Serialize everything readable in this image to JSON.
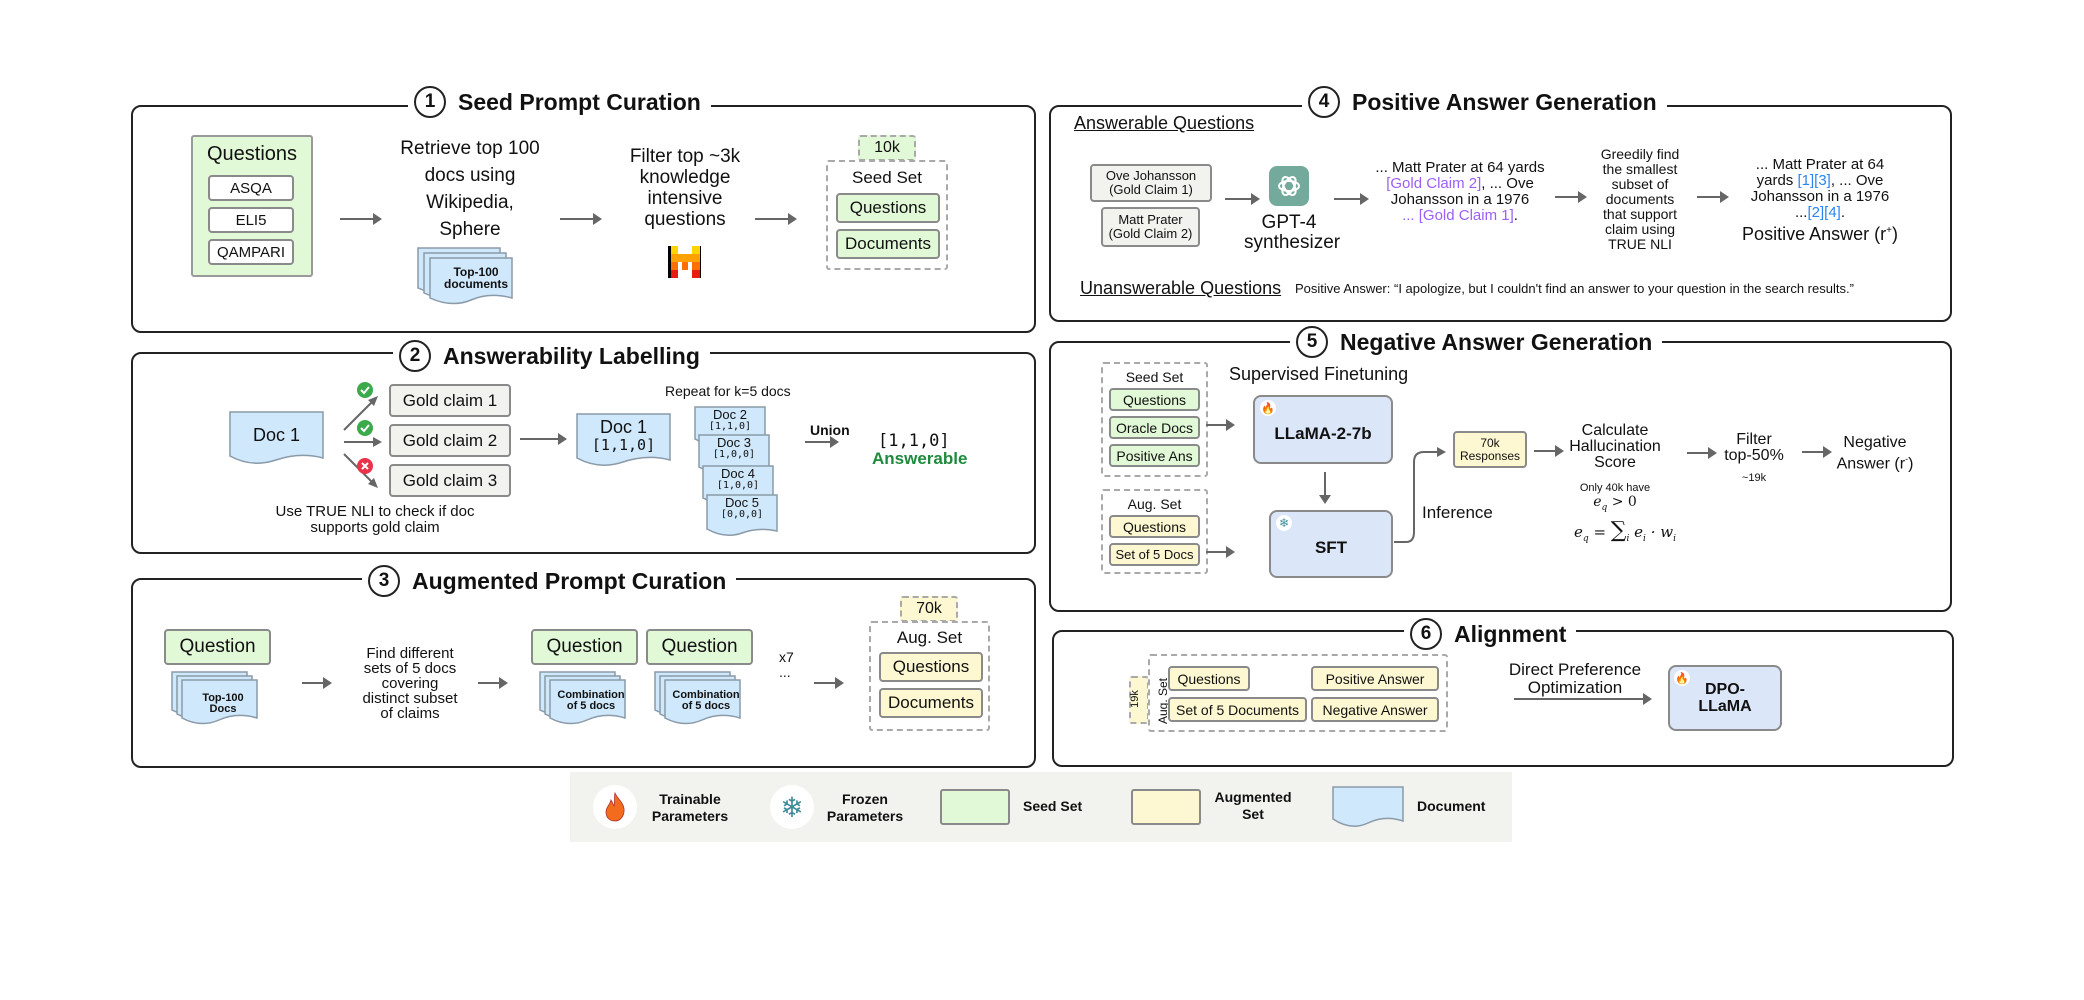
{
  "panels": {
    "p1": {
      "num": "1",
      "title": "Seed Prompt Curation",
      "questions_label": "Questions",
      "datasets": [
        "ASQA",
        "ELI5",
        "QAMPARI"
      ],
      "retrieve_text": [
        "Retrieve top 100",
        "docs using",
        "Wikipedia,",
        "Sphere"
      ],
      "docs_label": [
        "Top-100",
        "documents"
      ],
      "filter_text": [
        "Filter top ~3k",
        "knowledge",
        "intensive",
        "questions"
      ],
      "count": "10k",
      "set_title": "Seed Set",
      "set_items": [
        "Questions",
        "Documents"
      ]
    },
    "p2": {
      "num": "2",
      "title": "Answerability Labelling",
      "doc1": "Doc 1",
      "claims": [
        "Gold claim 1",
        "Gold claim 2",
        "Gold claim 3"
      ],
      "nli_note": [
        "Use TRUE NLI to check if doc",
        "supports gold claim"
      ],
      "doc1_label": "Doc 1",
      "doc1_vec": "[1,1,0]",
      "repeat_note": "Repeat for k=5 docs",
      "docs": [
        {
          "name": "Doc 2",
          "vec": "[1,1,0]"
        },
        {
          "name": "Doc 3",
          "vec": "[1,0,0]"
        },
        {
          "name": "Doc 4",
          "vec": "[1,0,0]"
        },
        {
          "name": "Doc 5",
          "vec": "[0,0,0]"
        }
      ],
      "union_label": "Union",
      "union_vec": "[1,1,0]",
      "result": "Answerable"
    },
    "p3": {
      "num": "3",
      "title": "Augmented Prompt Curation",
      "question": "Question",
      "docs_label": [
        "Top-100",
        "Docs"
      ],
      "find_text": [
        "Find different",
        "sets of 5 docs",
        "covering",
        "distinct subset",
        "of claims"
      ],
      "combo_label": [
        "Combination",
        "of 5 docs"
      ],
      "repeat": "x7",
      "ellipsis": "...",
      "count": "70k",
      "set_title": "Aug. Set",
      "set_items": [
        "Questions",
        "Documents"
      ]
    },
    "p4": {
      "num": "4",
      "title": "Positive Answer Generation",
      "answerable_heading": "Answerable Questions",
      "claim1": [
        "Ove Johansson",
        "(Gold Claim 1)"
      ],
      "claim2": [
        "Matt Prater",
        "(Gold Claim 2)"
      ],
      "synth": [
        "GPT-4",
        "synthesizer"
      ],
      "draft": {
        "l1": "... Matt Prater at 64 yards",
        "c1": "[Gold Claim 2]",
        "l2": ", ... Ove",
        "l3": "Johansson in a 1976",
        "c2": "... [Gold Claim 1]",
        "end": "."
      },
      "greedy_text": [
        "Greedily find",
        "the smallest",
        "subset of",
        "documents",
        "that support",
        "claim using",
        "TRUE NLI"
      ],
      "final": {
        "l1": "... Matt Prater at 64",
        "pre2": "yards ",
        "c1": "[1][3]",
        "l2": ", ... Ove",
        "l3": "Johansson in a 1976",
        "pre4": "...",
        "c2": "[2][4]",
        "end": "."
      },
      "final_label": "Positive Answer (r",
      "final_sup": "+",
      "final_close": ")",
      "unanswerable_heading": "Unanswerable Questions",
      "unanswerable_text": "Positive Answer: “I apologize, but I couldn't find an answer to your question in the search results.”"
    },
    "p5": {
      "num": "5",
      "title": "Negative Answer Generation",
      "seed_title": "Seed Set",
      "seed_items": [
        "Questions",
        "Oracle Docs",
        "Positive Ans"
      ],
      "aug_title": "Aug. Set",
      "aug_items": [
        "Questions",
        "Set of 5 Docs"
      ],
      "sft_heading": "Supervised Finetuning",
      "model": "LLaMA-2-7b",
      "sft": "SFT",
      "inference": "Inference",
      "responses": [
        "70k",
        "Responses"
      ],
      "calc": [
        "Calculate",
        "Hallucination",
        "Score"
      ],
      "note": "Only 40k have",
      "cond": "e_q > 0",
      "formula": "e_q = Σ_i e_i · w_i",
      "filter": [
        "Filter",
        "top-50%"
      ],
      "filter_count": "~19k",
      "neg": [
        "Negative",
        "Answer (r",
        "-",
        ")"
      ]
    },
    "p6": {
      "num": "6",
      "title": "Alignment",
      "count": "19k",
      "set_title": "Aug. Set",
      "items": [
        "Questions",
        "Positive Answer",
        "Set of  5 Documents",
        "Negative Answer"
      ],
      "method": [
        "Direct Preference",
        "Optimization"
      ],
      "model": [
        "DPO-",
        "LLaMA"
      ]
    }
  },
  "legend": [
    {
      "icon": "flame-icon",
      "label": [
        "Trainable",
        "Parameters"
      ]
    },
    {
      "icon": "snowflake-icon",
      "label": [
        "Frozen",
        "Parameters"
      ]
    },
    {
      "icon": "seed-swatch",
      "label": [
        "Seed Set"
      ]
    },
    {
      "icon": "augmented-swatch",
      "label": [
        "Augmented",
        "Set"
      ]
    },
    {
      "icon": "document-swatch",
      "label": [
        "Document"
      ]
    }
  ],
  "colors": {
    "seed": "#e2f9d8",
    "augmented": "#fdf8d2",
    "document": "#cfe8fb",
    "model": "#dbe7f8",
    "answerable": "#1e8a3c",
    "cite_purple": "#9b5ff5",
    "cite_blue": "#2a86f0",
    "check": "#3aaa4a",
    "cross": "#e8334a"
  }
}
